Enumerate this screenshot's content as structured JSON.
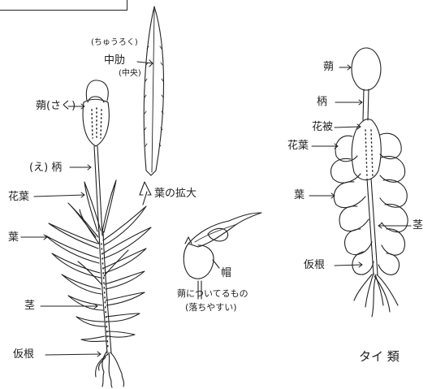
{
  "moss": {
    "capsule": "蒴(さく)",
    "seta": "(え) 柄",
    "perichaetial_leaf": "花葉",
    "leaf": "葉",
    "stem": "茎",
    "rhizoid": "仮根"
  },
  "enlarged_leaf": {
    "term_reading": "(ちゅうろく)",
    "term": "中肋",
    "term_note": "(中央)",
    "caption": "葉の拡大"
  },
  "calyptra": {
    "label": "帽",
    "caption_line1": "蒴についてるもの",
    "caption_line2": "(落ちやすい)"
  },
  "liverwort": {
    "capsule": "蒴",
    "seta": "柄",
    "perianth": "花被",
    "bract": "花葉",
    "leaf": "葉",
    "stem": "茎",
    "rhizoid": "仮根",
    "title": "タイ 類"
  }
}
